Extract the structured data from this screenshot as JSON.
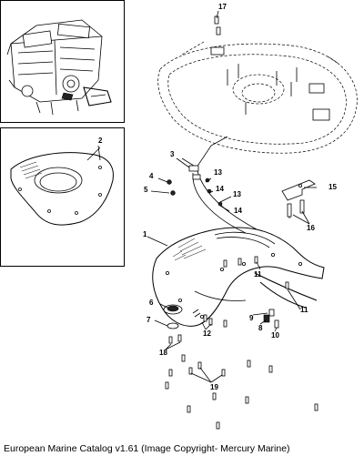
{
  "callouts": {
    "c1": "1",
    "c2": "2",
    "c3": "3",
    "c4": "4",
    "c5": "5",
    "c6": "6",
    "c7": "7",
    "c8": "8",
    "c9": "9",
    "c10": "10",
    "c11a": "11",
    "c11b": "11",
    "c12": "12",
    "c13a": "13",
    "c13b": "13",
    "c14a": "14",
    "c14b": "14",
    "c15": "15",
    "c16": "16",
    "c17": "17",
    "c18": "18",
    "c19": "19"
  },
  "footer": {
    "caption": "European Marine Catalog v1.61 (Image Copyright- Mercury Marine)"
  }
}
